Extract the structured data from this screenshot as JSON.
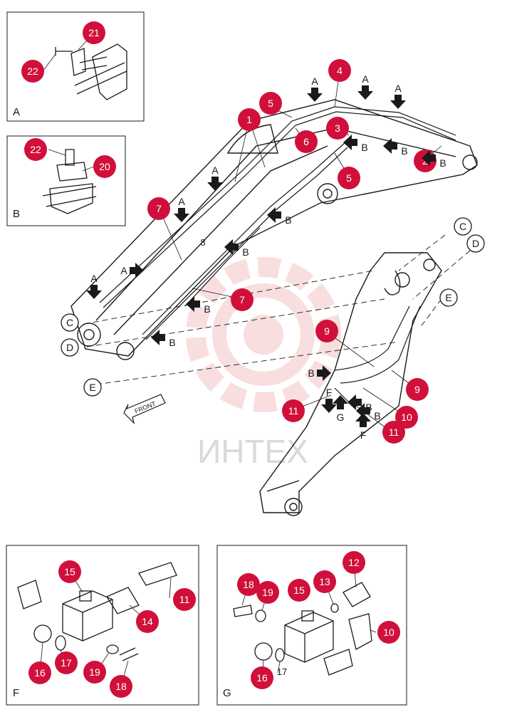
{
  "colors": {
    "callout": "#d0103a",
    "line": "#1a1a1a",
    "watermark": "#f3c4c4",
    "watermark_text": "#d9d9d9"
  },
  "watermark": {
    "text": "ИНТЕХ"
  },
  "front_label": "FRONT",
  "insets": {
    "A": {
      "label": "A"
    },
    "B": {
      "label": "B"
    },
    "F": {
      "label": "F"
    },
    "G": {
      "label": "G"
    }
  },
  "callouts": {
    "a21": "21",
    "a22": "22",
    "b22": "22",
    "b20": "20",
    "m1": "1",
    "m2": "2",
    "m3": "3",
    "m4": "4",
    "m5a": "5",
    "m5b": "5",
    "m6": "6",
    "m7a": "7",
    "m7b": "7",
    "m9a": "9",
    "m9b": "9",
    "m10": "10",
    "m11a": "11",
    "m11b": "11",
    "f15": "15",
    "f11": "11",
    "f14": "14",
    "f16": "16",
    "f17": "17",
    "f19": "19",
    "f18": "18",
    "g18": "18",
    "g19": "19",
    "g15": "15",
    "g13": "13",
    "g12": "12",
    "g10": "10",
    "g16": "16"
  },
  "plain_labels": {
    "m8": "8",
    "g17": "17"
  },
  "arrows": {
    "a1": "A",
    "a2": "A",
    "a3": "A",
    "a4": "A",
    "a5": "A",
    "a6": "A",
    "a7": "A",
    "b1": "B",
    "b2": "B",
    "b3": "B",
    "b4": "B",
    "b5": "B",
    "b6": "B",
    "b7": "B",
    "b8": "B",
    "b9": "B",
    "b10": "B",
    "f1": "F",
    "f2": "F",
    "g1": "G"
  },
  "refs": {
    "c1": "C",
    "d1": "D",
    "e1": "E",
    "c2": "C",
    "d2": "D",
    "e2": "E"
  }
}
